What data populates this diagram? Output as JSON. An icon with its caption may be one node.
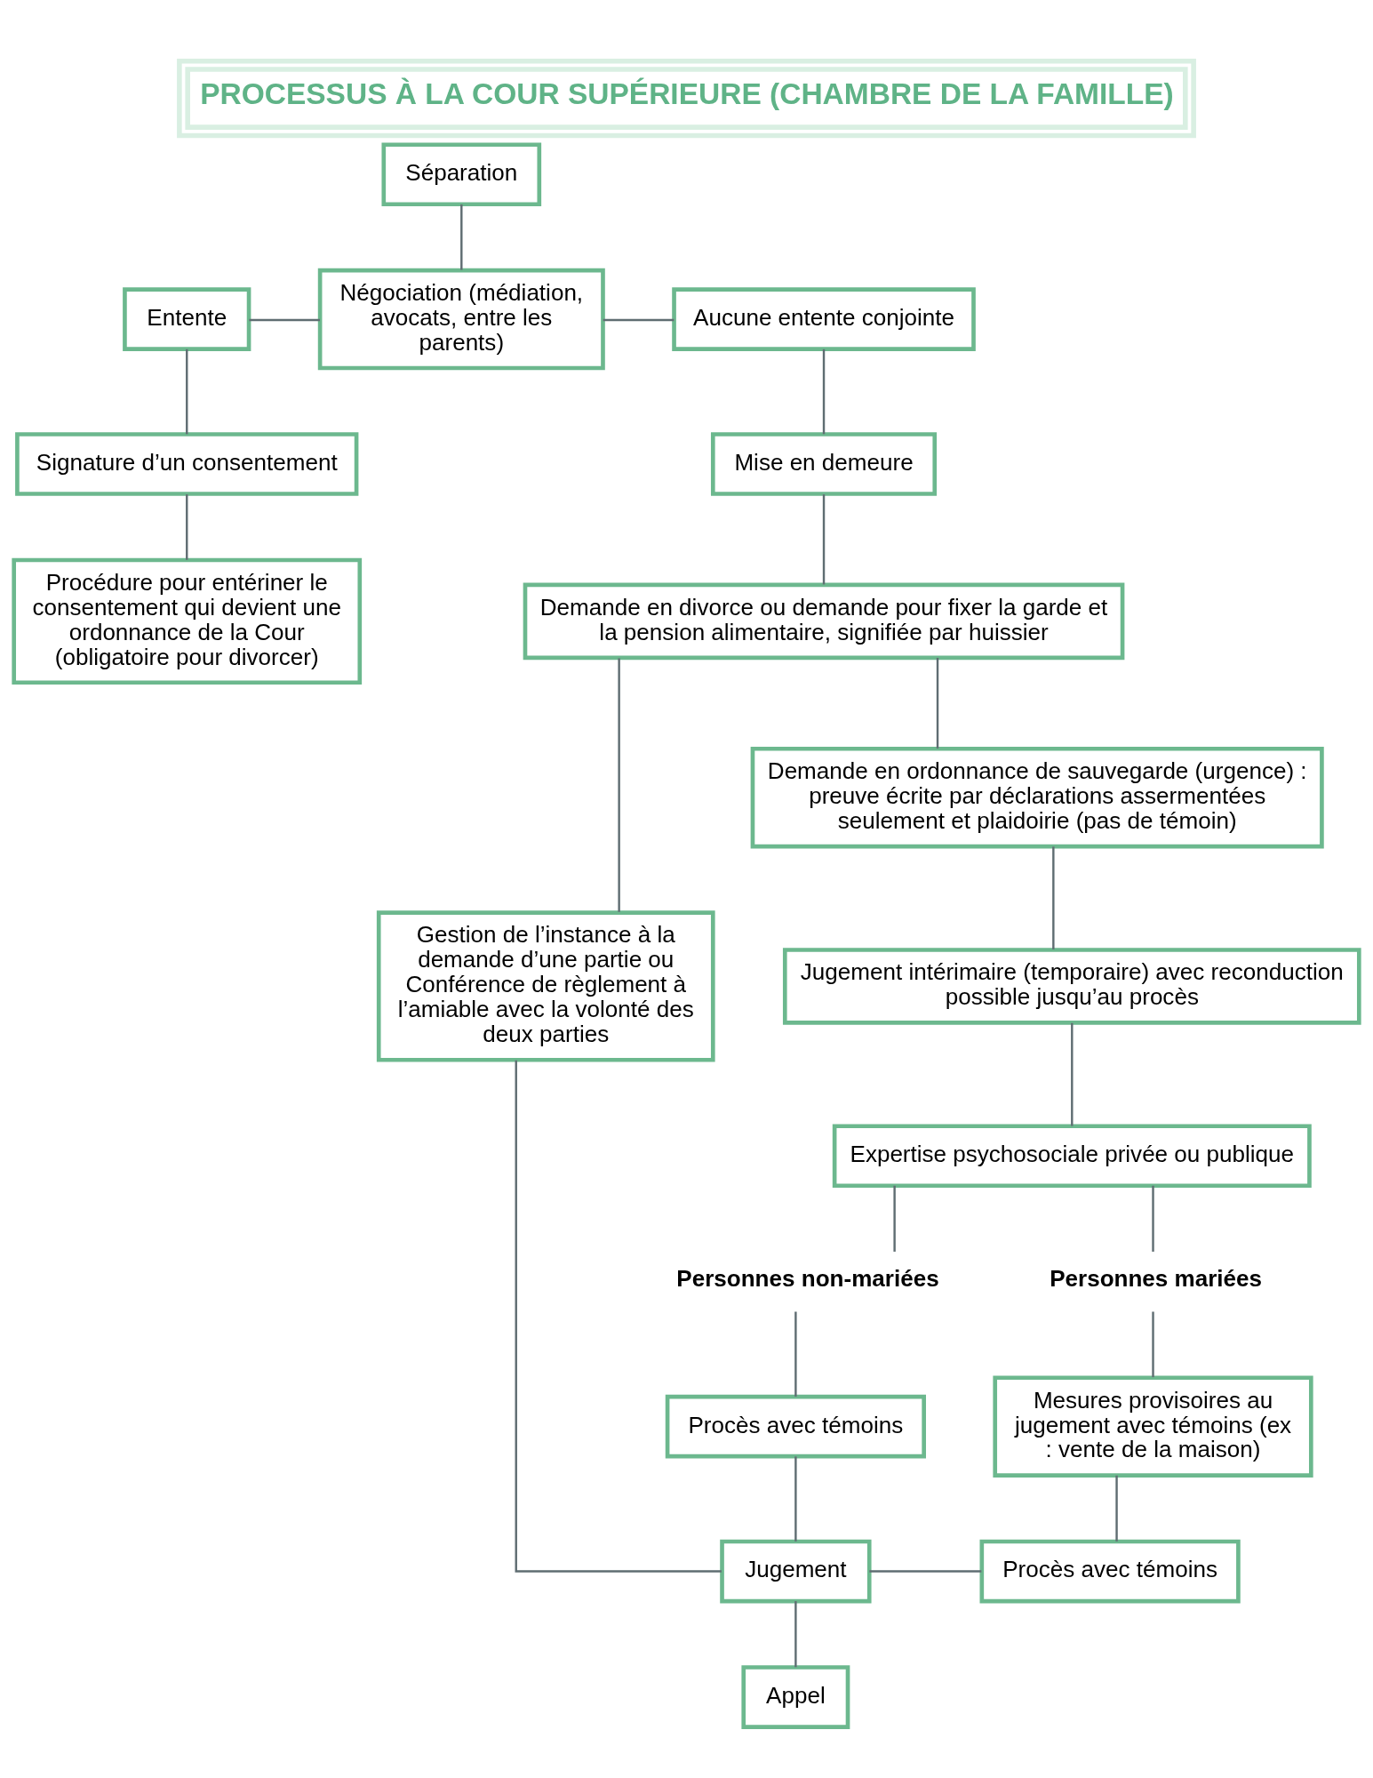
{
  "diagram": {
    "title": "PROCESSUS À LA COUR SUPÉRIEURE (CHAMBRE DE LA FAMILLE)",
    "nodes": [
      {
        "text": [
          "Séparation"
        ]
      },
      {
        "text": [
          "Négociation (médiation, avocats, entre les parents)"
        ]
      },
      {
        "text": [
          "Entente"
        ]
      },
      {
        "text": [
          "Aucune entente conjointe"
        ]
      },
      {
        "text": [
          "Signature d’un consentement"
        ]
      },
      {
        "text": [
          "Mise en demeure"
        ]
      },
      {
        "text": [
          "Procédure pour entériner le consentement qui devient une ordonnance de la Cour (obligatoire pour divorcer)"
        ]
      },
      {
        "text": [
          "Demande en divorce ou demande pour fixer la garde et la pension alimentaire, signifiée par huissier"
        ]
      },
      {
        "text": [
          "Demande en ordonnance de sauvegarde (urgence) : preuve écrite par déclarations assermentées seulement et plaidoirie (pas de témoin)"
        ]
      },
      {
        "text": [
          "Jugement intérimaire (temporaire) avec reconduction possible jusqu’au procès"
        ]
      },
      {
        "text": [
          "Gestion de l’instance à la demande d’une partie ou Conférence de règlement à l’amiable avec la volonté des deux parties"
        ]
      },
      {
        "text": [
          "Expertise psychosociale privée ou publique"
        ]
      },
      {
        "text": [
          "Personnes non-mariées"
        ]
      },
      {
        "text": [
          "Personnes mariées"
        ]
      },
      {
        "text": [
          "Procès avec témoins"
        ]
      },
      {
        "text": [
          "Mesures provisoires au jugement avec témoins (ex : vente de la maison)"
        ]
      },
      {
        "text": [
          "Jugement"
        ]
      },
      {
        "text": [
          "Procès avec témoins"
        ]
      },
      {
        "text": [
          "Appel"
        ]
      }
    ],
    "edges": [
      {
        "from": 0,
        "to": 1,
        "arrow": "none"
      },
      {
        "from": 2,
        "to": 1,
        "arrow": "none"
      },
      {
        "from": 1,
        "to": 3,
        "arrow": "none"
      },
      {
        "from": 2,
        "to": 4,
        "arrow": "none"
      },
      {
        "from": 4,
        "to": 6,
        "arrow": "none"
      },
      {
        "from": 3,
        "to": 5,
        "arrow": "none"
      },
      {
        "from": 5,
        "to": 7,
        "arrow": "none"
      },
      {
        "from": 7,
        "to": 8,
        "arrow": "none"
      },
      {
        "from": 8,
        "to": 9,
        "arrow": "none"
      },
      {
        "from": 9,
        "to": 11,
        "arrow": "none"
      },
      {
        "from": 11,
        "to": 12,
        "arrow": "none"
      },
      {
        "from": 11,
        "to": 13,
        "arrow": "none"
      },
      {
        "from": 12,
        "to": 14,
        "arrow": "none"
      },
      {
        "from": 13,
        "to": 15,
        "arrow": "none"
      },
      {
        "from": 14,
        "to": 16,
        "arrow": "none"
      },
      {
        "from": 15,
        "to": 17,
        "arrow": "none"
      },
      {
        "from": 16,
        "to": 17,
        "arrow": "none"
      },
      {
        "from": 16,
        "to": 18,
        "arrow": "none"
      },
      {
        "from": 7,
        "to": 10,
        "arrow": "none"
      },
      {
        "from": 10,
        "to": 16,
        "arrow": "none"
      }
    ]
  }
}
